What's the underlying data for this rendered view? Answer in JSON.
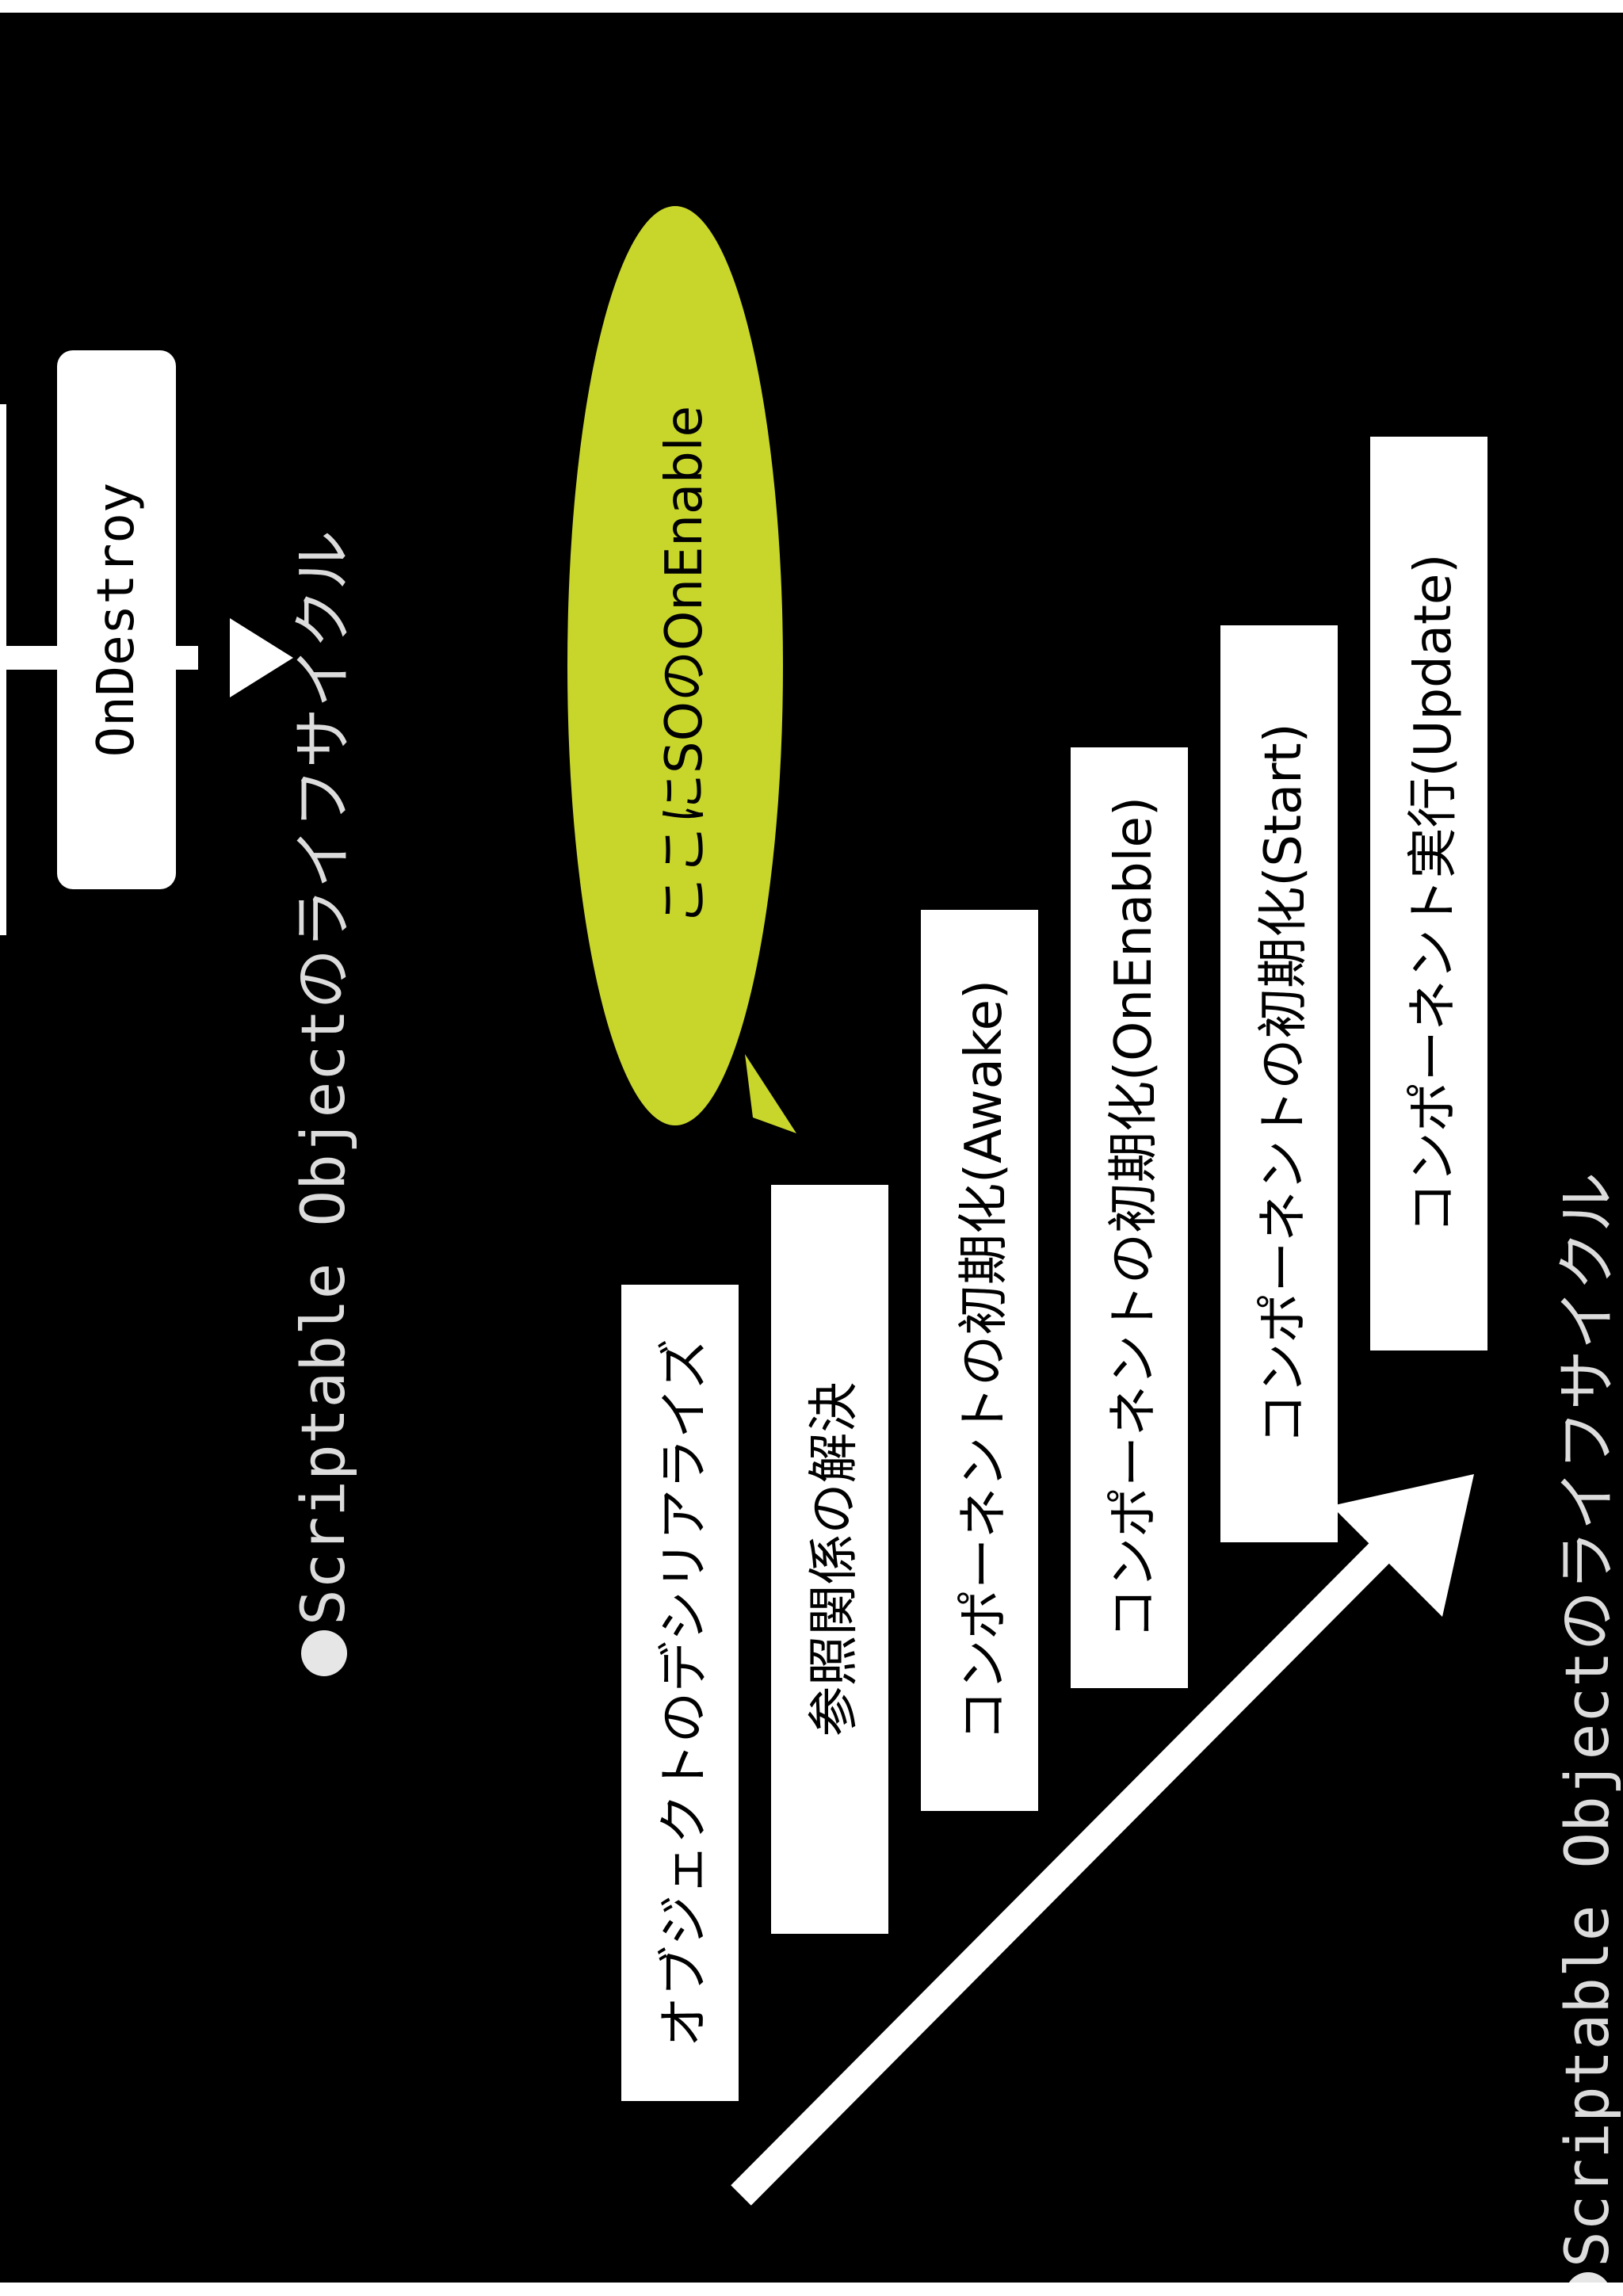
{
  "lifecycle_title": "Scriptable Objectのライフサイクル",
  "destroy_label": "OnDestroy",
  "callout_text": "ここにSOのOnEnable",
  "steps": [
    "オブジェクトのデシリアライズ",
    "参照関係の解決",
    "コンポーネントの初期化(Awake)",
    "コンポーネントの初期化(OnEnable)",
    "コンポーネントの初期化(Start)",
    "コンポーネント実行(Update)"
  ],
  "colors": {
    "background": "#000000",
    "box": "#ffffff",
    "callout": "#c8d62c",
    "title_text": "#dcdcdc"
  }
}
